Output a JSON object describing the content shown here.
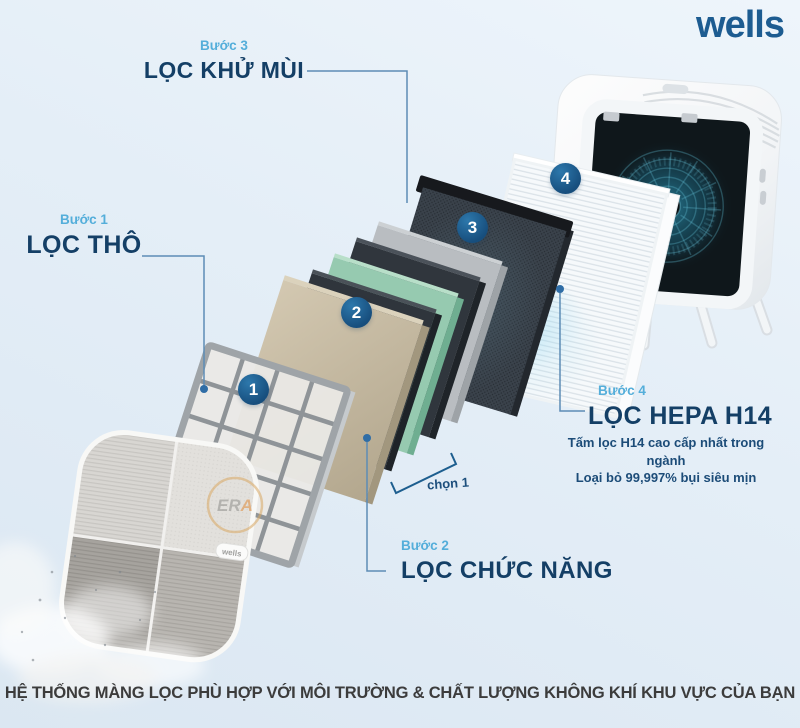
{
  "brand": {
    "logo_text": "wells",
    "cover_badge_text": "wells"
  },
  "watermark": {
    "part1": "ER",
    "part2": "A"
  },
  "steps": [
    {
      "kicker": "Bước 1",
      "title": "LỌC THÔ",
      "number": "1"
    },
    {
      "kicker": "Bước 2",
      "title": "LỌC CHỨC NĂNG",
      "number": "2",
      "note": "chọn 1"
    },
    {
      "kicker": "Bước 3",
      "title": "LỌC KHỬ MÙI",
      "number": "3"
    },
    {
      "kicker": "Bước 4",
      "title": "LỌC HEPA H14",
      "number": "4",
      "desc1": "Tấm lọc H14 cao cấp nhất trong ngành",
      "desc2": "Loại bỏ 99,997% bụi siêu mịn"
    }
  ],
  "footer": {
    "headline": "HỆ THỐNG MÀNG LỌC PHÙ HỢP VỚI MÔI TRƯỜNG & CHẤT LƯỢNG KHÔNG KHÍ KHU VỰC CỦA BẠN"
  },
  "colors": {
    "kicker_blue": "#54aeda",
    "title_navy": "#143f66",
    "leader_line": "#5d8cb5",
    "circle_blue": "#174e7d",
    "logo_blue": "#1d5c91",
    "headline_gray": "#3c3c3c",
    "hepa_glow_cyan": "#8fd8f2",
    "beige_filter": "#c9bca4",
    "green_filter": "#96cab0",
    "dark_filter": "#30363d",
    "gray_filter": "#b9bdc1"
  }
}
